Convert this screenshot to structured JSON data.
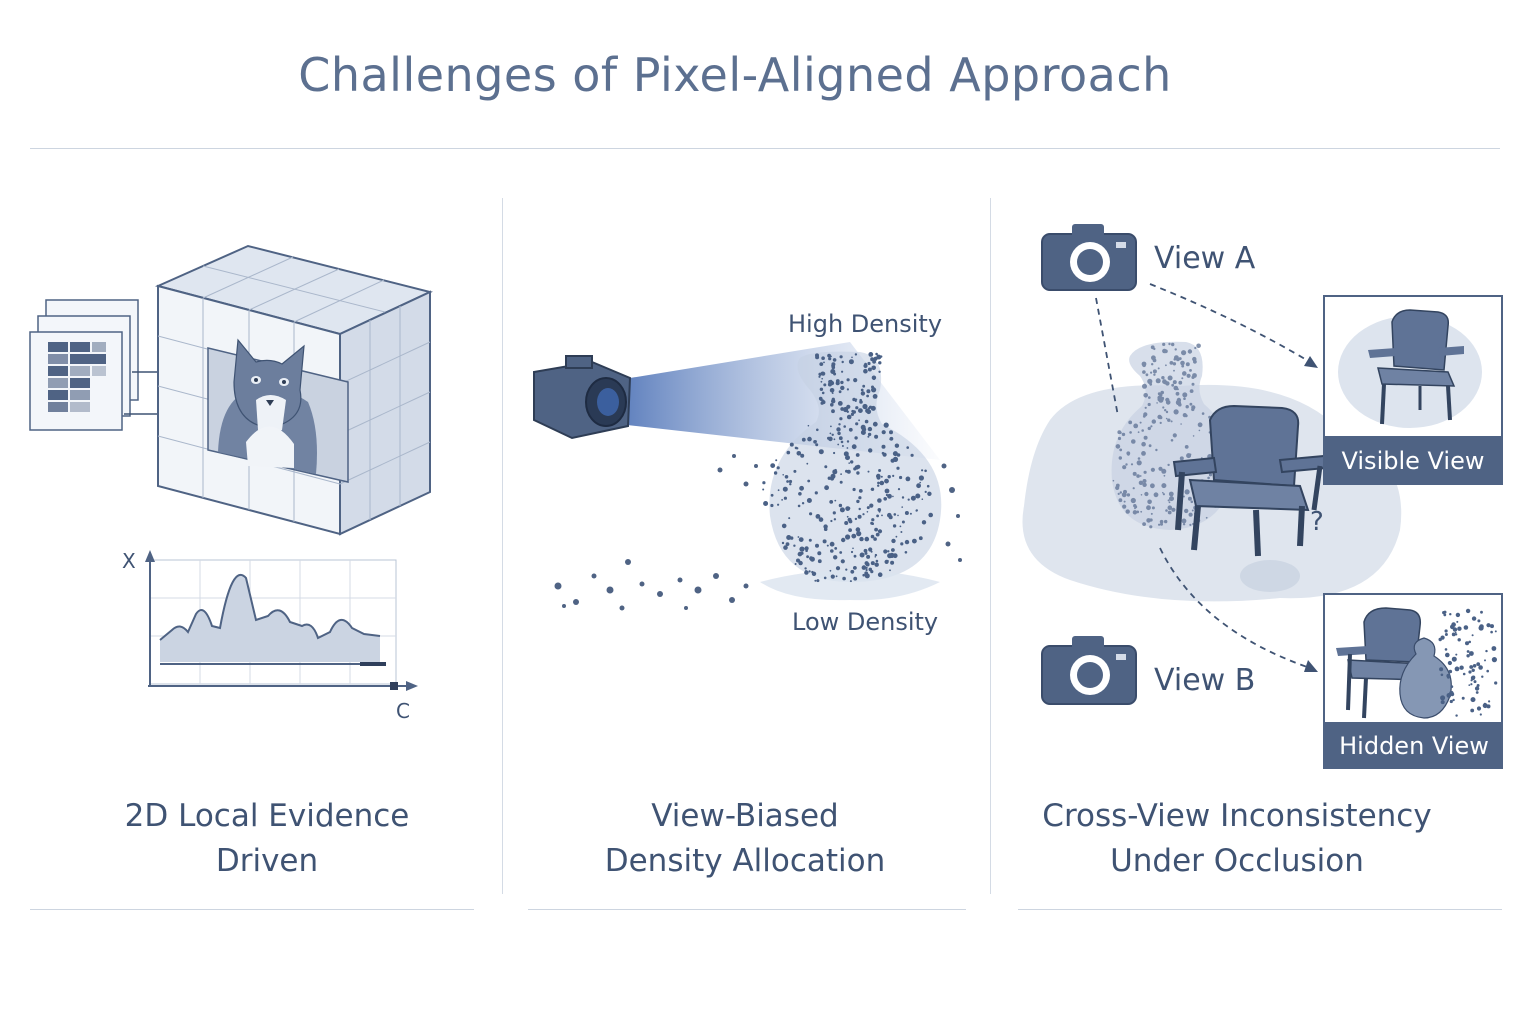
{
  "title": "Challenges of Pixel-Aligned Approach",
  "panels": [
    {
      "caption_line1": "2D Local Evidence",
      "caption_line2": "Driven",
      "axis_x_label": "X",
      "axis_c_label": "C"
    },
    {
      "caption_line1": "View-Biased",
      "caption_line2": "Density Allocation",
      "high_label": "High Density",
      "low_label": "Low Density"
    },
    {
      "caption_line1": "Cross-View Inconsistency",
      "caption_line2": "Under Occlusion",
      "view_a_label": "View A",
      "view_b_label": "View B",
      "visible_label": "Visible View",
      "hidden_label": "Hidden View",
      "question_mark": "?"
    }
  ],
  "colors": {
    "primary": "#4f6384",
    "light": "#e6ebf3",
    "title": "#5c7090",
    "text": "#3f5373"
  }
}
